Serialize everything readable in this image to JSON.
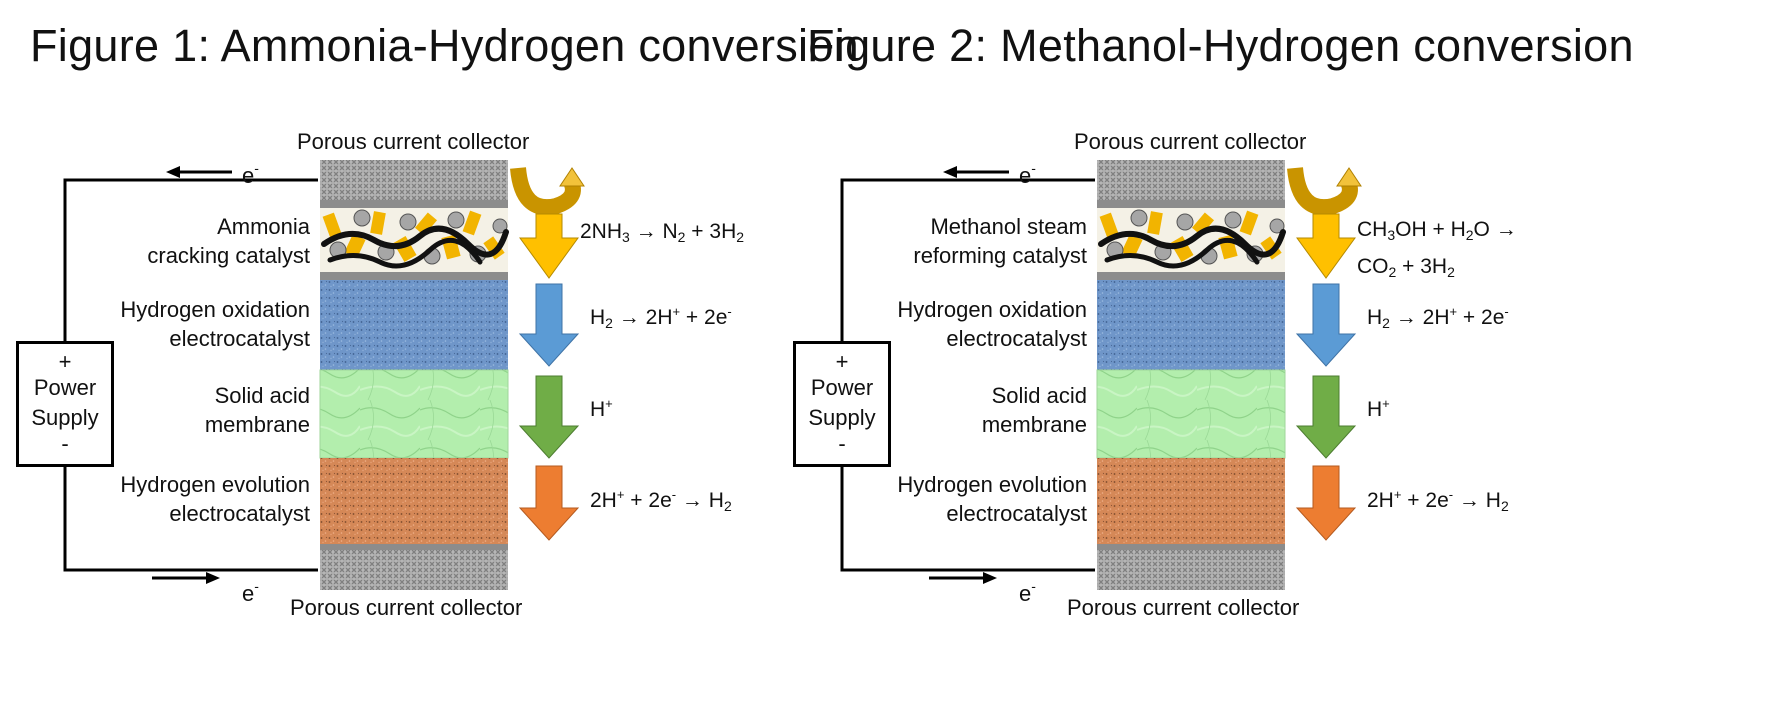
{
  "figures": [
    {
      "title": "Figure 1: Ammonia-Hydrogen conversion",
      "collector_top": "Porous current collector",
      "collector_bottom": "Porous current collector",
      "electron_top": "e",
      "electron_bottom": "e",
      "electron_sup": "-",
      "power_supply": {
        "plus": "+",
        "line1": "Power",
        "line2": "Supply",
        "minus": "-"
      },
      "layers": [
        {
          "name": "cracking",
          "label1": "Ammonia",
          "label2": "cracking catalyst",
          "color": "#e8b400"
        },
        {
          "name": "oxidation",
          "label1": "Hydrogen oxidation",
          "label2": "electrocatalyst",
          "color": "#6b93c8"
        },
        {
          "name": "membrane",
          "label1": "Solid acid",
          "label2": "membrane",
          "color": "#b0ecaa"
        },
        {
          "name": "evolution",
          "label1": "Hydrogen evolution",
          "label2": "electrocatalyst",
          "color": "#d48a5a"
        }
      ],
      "reactions": {
        "r1_html": "2NH<sub>3</sub> → N<sub>2</sub> + 3H<sub>2</sub>",
        "r2_html": "H<sub>2</sub> → 2H<sup>+</sup> + 2e<sup>-</sup>",
        "r3_html": "H<sup>+</sup>",
        "r4_html": "2H<sup>+</sup> + 2e<sup>-</sup> → H<sub>2</sub>"
      }
    },
    {
      "title": "Figure 2: Methanol-Hydrogen conversion",
      "collector_top": "Porous current collector",
      "collector_bottom": "Porous current collector",
      "electron_top": "e",
      "electron_bottom": "e",
      "electron_sup": "-",
      "power_supply": {
        "plus": "+",
        "line1": "Power",
        "line2": "Supply",
        "minus": "-"
      },
      "layers": [
        {
          "name": "reforming",
          "label1": "Methanol steam",
          "label2": "reforming catalyst",
          "color": "#e8b400"
        },
        {
          "name": "oxidation",
          "label1": "Hydrogen oxidation",
          "label2": "electrocatalyst",
          "color": "#6b93c8"
        },
        {
          "name": "membrane",
          "label1": "Solid acid",
          "label2": "membrane",
          "color": "#b0ecaa"
        },
        {
          "name": "evolution",
          "label1": "Hydrogen evolution",
          "label2": "electrocatalyst",
          "color": "#d48a5a"
        }
      ],
      "reactions": {
        "r1_html": "CH<sub>3</sub>OH + H<sub>2</sub>O →<br>CO<sub>2</sub> + 3H<sub>2</sub>",
        "r2_html": "H<sub>2</sub> → 2H<sup>+</sup> + 2e<sup>-</sup>",
        "r3_html": "H<sup>+</sup>",
        "r4_html": "2H<sup>+</sup> + 2e<sup>-</sup> → H<sub>2</sub>"
      }
    }
  ],
  "arrow_colors": {
    "recycle": "#c99400",
    "recycle_light": "#f2c23a",
    "r1": "#ffc000",
    "r2": "#5b9bd5",
    "r3": "#70ad47",
    "r4": "#ed7d31"
  }
}
